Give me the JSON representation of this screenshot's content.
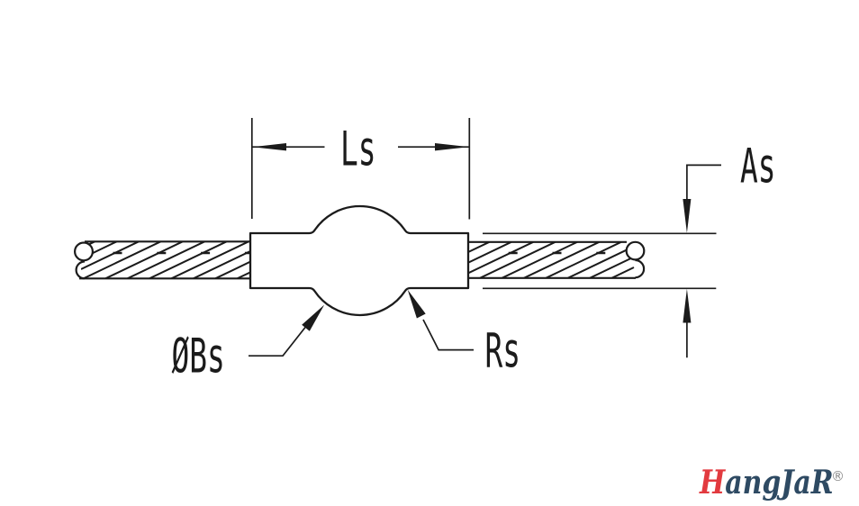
{
  "figure": {
    "description": "Side-view engineering drawing of a ball swage fitting pressed onto a stranded wire cable, with dimension callouts"
  },
  "dimensions": {
    "shank_length": {
      "label": "Ls"
    },
    "shank_diameter": {
      "label": "As"
    },
    "ball_diameter": {
      "label": "ØBs"
    },
    "fillet_radius": {
      "label": "Rs"
    }
  },
  "logo": {
    "first_letter": "H",
    "rest": "angJaR",
    "registered_mark": "®",
    "first_letter_color": "#e23a3f",
    "text_color": "#2e4a63",
    "mark_color": "#8a8a8a"
  },
  "colors": {
    "background": "#ffffff",
    "line": "#1b1b1b"
  }
}
